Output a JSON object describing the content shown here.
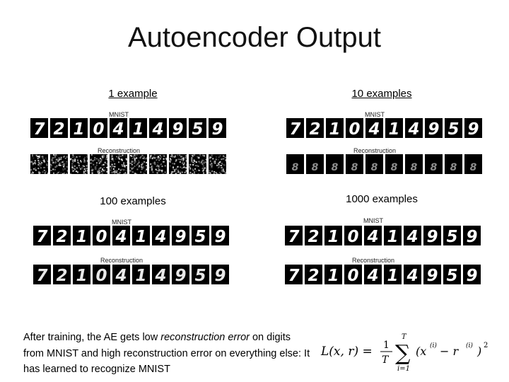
{
  "slide": {
    "title": "Autoencoder Output"
  },
  "panels": [
    {
      "label": "1 example",
      "label_underlined": true,
      "quality": "noise",
      "mnist_label": "MNIST",
      "recon_label": "Reconstruction"
    },
    {
      "label": "10 examples",
      "label_underlined": true,
      "quality": "blur",
      "mnist_label": "MNIST",
      "recon_label": "Reconstruction"
    },
    {
      "label": "100 examples",
      "label_underlined": false,
      "quality": "fair",
      "mnist_label": "MNIST",
      "recon_label": "Reconstruction"
    },
    {
      "label": "1000 examples",
      "label_underlined": false,
      "quality": "good",
      "mnist_label": "MNIST",
      "recon_label": "Reconstruction"
    }
  ],
  "digits": [
    "7",
    "2",
    "1",
    "0",
    "4",
    "1",
    "4",
    "9",
    "5",
    "9"
  ],
  "caption": {
    "part1": "After training, the AE gets low ",
    "emphasis": "reconstruction error",
    "part2": " on digits from MNIST and high reconstruction error on everything else: It has learned to recognize MNIST"
  },
  "formula": {
    "lhs": "L(x, r) =",
    "numerator": "1",
    "denominator": "T",
    "sum_upper": "T",
    "sum_lower": "i=1",
    "sum_symbol": "∑",
    "term_open": "(x",
    "sup_x": "(i)",
    "minus": " − r",
    "sup_r": "(i)",
    "term_close": ")",
    "power": "2"
  },
  "colors": {
    "tile_bg": "#000000",
    "stroke": "#ffffff"
  }
}
